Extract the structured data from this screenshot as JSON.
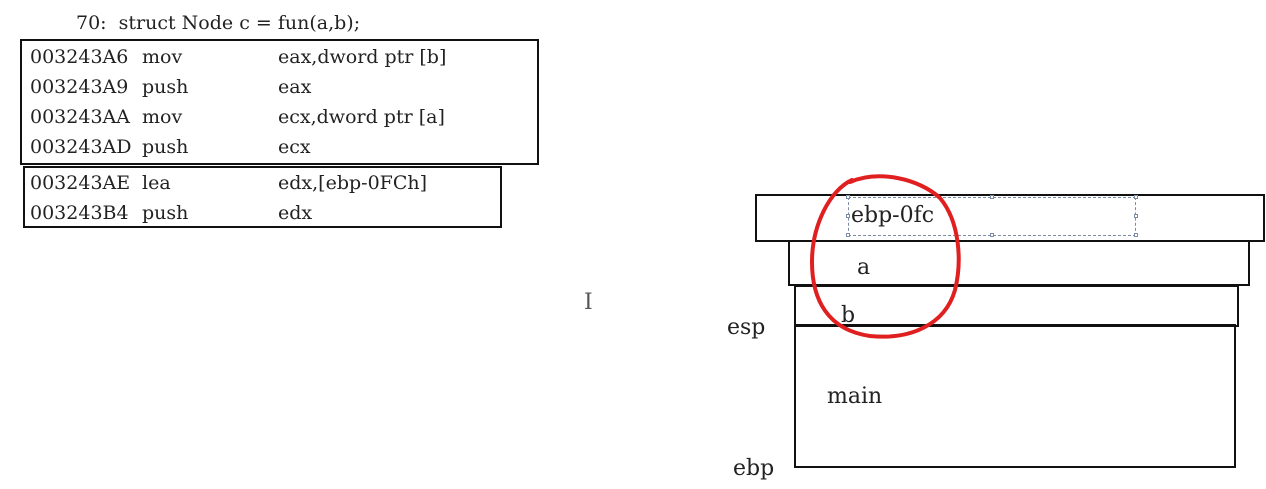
{
  "source_line": "70:  struct Node c = fun(a,b);",
  "asm_group_1": [
    {
      "addr": "003243A6",
      "op": "mov",
      "arg": "eax,dword ptr [b]"
    },
    {
      "addr": "003243A9",
      "op": "push",
      "arg": "eax"
    },
    {
      "addr": "003243AA",
      "op": "mov",
      "arg": "ecx,dword ptr [a]"
    },
    {
      "addr": "003243AD",
      "op": "push",
      "arg": "ecx"
    }
  ],
  "asm_group_2": [
    {
      "addr": "003243AE",
      "op": "lea",
      "arg": "edx,[ebp-0FCh]"
    },
    {
      "addr": "003243B4",
      "op": "push",
      "arg": "edx"
    }
  ],
  "stack": {
    "slot_top": "ebp-0fc",
    "slot_a": "a",
    "slot_b": "b",
    "frame_main": "main",
    "esp_label": "esp",
    "ebp_label": "ebp"
  },
  "annotation_color": "#e02020",
  "cursor": "text-cursor-icon"
}
